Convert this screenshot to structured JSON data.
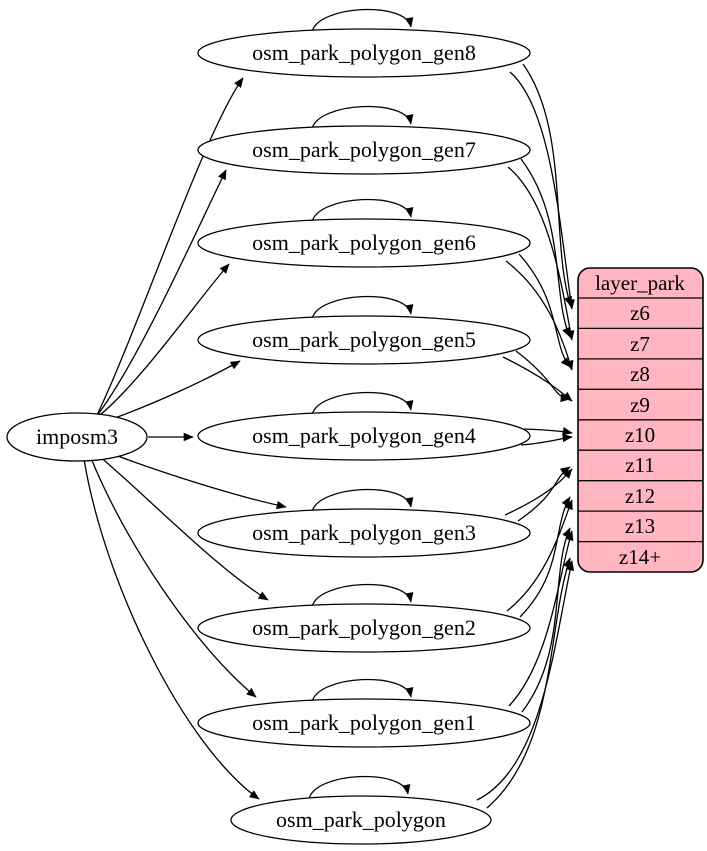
{
  "diagram": {
    "type": "etl-graph",
    "source": {
      "label": "imposm3"
    },
    "tables": [
      {
        "label": "osm_park_polygon_gen8",
        "feeds": "z6",
        "self_loop": true,
        "feed_edge_count": 2
      },
      {
        "label": "osm_park_polygon_gen7",
        "feeds": "z7",
        "self_loop": true,
        "feed_edge_count": 2
      },
      {
        "label": "osm_park_polygon_gen6",
        "feeds": "z8",
        "self_loop": true,
        "feed_edge_count": 2
      },
      {
        "label": "osm_park_polygon_gen5",
        "feeds": "z9",
        "self_loop": true,
        "feed_edge_count": 2
      },
      {
        "label": "osm_park_polygon_gen4",
        "feeds": "z10",
        "self_loop": true,
        "feed_edge_count": 2
      },
      {
        "label": "osm_park_polygon_gen3",
        "feeds": "z11",
        "self_loop": true,
        "feed_edge_count": 2
      },
      {
        "label": "osm_park_polygon_gen2",
        "feeds": "z12",
        "self_loop": true,
        "feed_edge_count": 2
      },
      {
        "label": "osm_park_polygon_gen1",
        "feeds": "z13",
        "self_loop": true,
        "feed_edge_count": 2
      },
      {
        "label": "osm_park_polygon",
        "feeds": "z14+",
        "self_loop": true,
        "feed_edge_count": 2
      }
    ],
    "layer_table": {
      "title": "layer_park",
      "rows": [
        "z6",
        "z7",
        "z8",
        "z9",
        "z10",
        "z11",
        "z12",
        "z13",
        "z14+"
      ]
    },
    "colors": {
      "layer_fill": "#ffb6c1",
      "node_fill": "#ffffff",
      "stroke": "#000000",
      "text": "#000000"
    }
  }
}
